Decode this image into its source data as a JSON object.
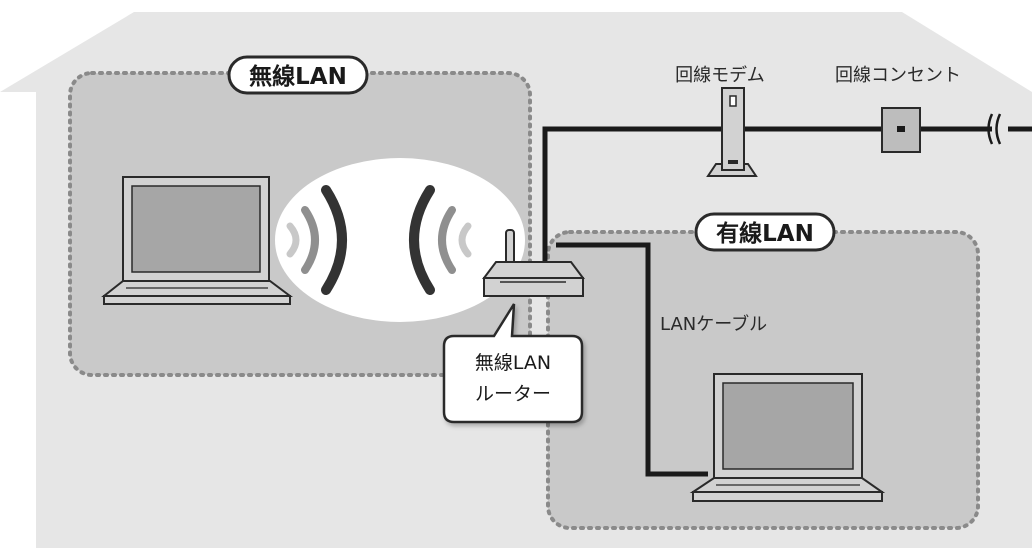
{
  "labels": {
    "wireless_lan": "無線LAN",
    "wired_lan": "有線LAN",
    "modem": "回線モデム",
    "outlet": "回線コンセント",
    "lan_cable": "LANケーブル",
    "router_line1": "無線LAN",
    "router_line2": "ルーター"
  },
  "colors": {
    "house": "#e6e6e6",
    "zone": "#c9c9c9",
    "dots": "#8a8a8a",
    "cable": "#1a1a1a",
    "device": "#d2d2d2",
    "screen": "#a6a6a6",
    "outline": "#2a2a2a"
  },
  "icons": {
    "house": "house-silhouette",
    "modem": "modem-icon",
    "outlet": "wall-outlet-icon",
    "router": "router-icon",
    "laptop": "laptop-icon",
    "signal": "wireless-signal-icon",
    "line_break": "line-break-symbol"
  }
}
